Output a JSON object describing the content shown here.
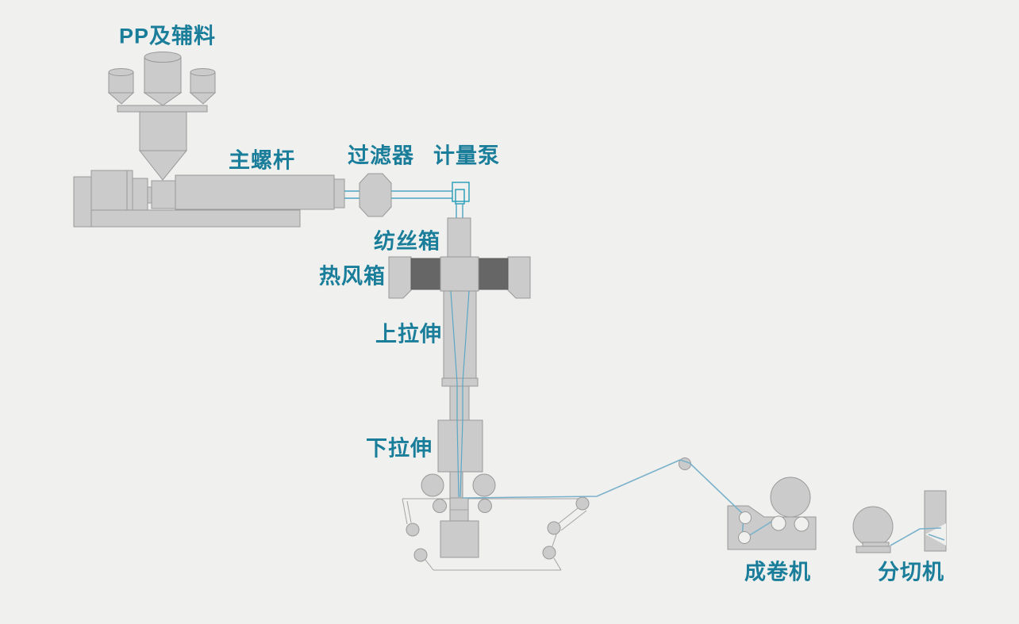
{
  "diagram": {
    "type": "process-flow",
    "subject": "PP spunbond nonwoven fabric production line",
    "labels": {
      "pp_materials": "PP及辅料",
      "main_screw": "主螺杆",
      "filter": "过滤器",
      "metering_pump": "计量泵",
      "spinning_box": "纺丝箱",
      "hot_air_box": "热风箱",
      "upper_drawing": "上拉伸",
      "lower_drawing": "下拉伸",
      "winder": "成卷机",
      "slitter": "分切机"
    },
    "colors": {
      "bg": "#f0f0ee",
      "machine": "#cbcbcb",
      "machine-stroke": "#999999",
      "dark": "#666666",
      "pipe": "#4aa4c4",
      "pump": "#2fa0ba",
      "web": "#79b1ca",
      "filament": "#5aa7c6",
      "belt": "#a3a3a3",
      "label": "#1a7e9b"
    }
  }
}
